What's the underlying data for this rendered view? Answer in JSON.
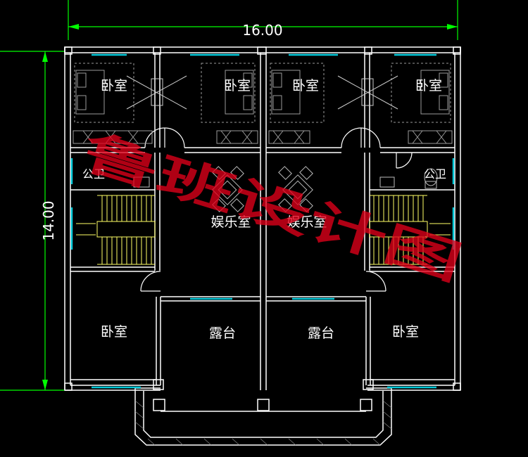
{
  "dimensions": {
    "width": "16.00",
    "height": "14.00"
  },
  "rooms": {
    "bedroom_top_1": "卧室",
    "bedroom_top_2": "卧室",
    "bedroom_top_3": "卧室",
    "bedroom_top_4": "卧室",
    "bathroom_left": "公卫",
    "bathroom_right": "公卫",
    "entertainment_left": "娱乐室",
    "entertainment_right": "娱乐室",
    "bedroom_bottom_left": "卧室",
    "terrace_left": "露台",
    "terrace_right": "露台",
    "bedroom_bottom_right": "卧室"
  },
  "watermark": "鲁班设计图",
  "colors": {
    "background": "#000000",
    "wall": "#ffffff",
    "dimension": "#00ff00",
    "window": "#00c8d8",
    "stair": "#ffff66",
    "furniture": "#9a9a9a",
    "watermark": "#e0001a"
  }
}
